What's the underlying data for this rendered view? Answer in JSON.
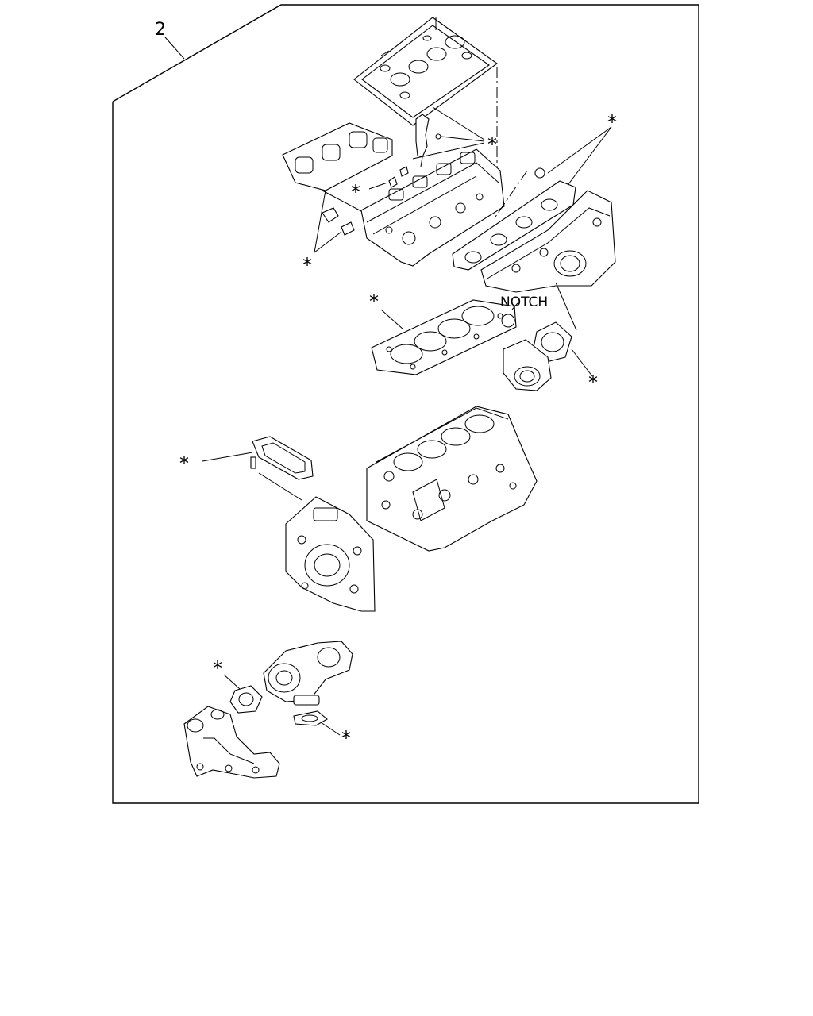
{
  "diagram": {
    "item_number": "2",
    "kit_marker": "*",
    "notch_label": "NOTCH",
    "colors": {
      "line": "#000000",
      "background": "#ffffff"
    },
    "parts": [
      "head-cover-gasket",
      "injector",
      "cylinder-head",
      "exhaust-manifold-gasket",
      "intake-manifold-gasket",
      "intake-manifold",
      "cylinder-head-gasket",
      "throttle-body-gasket",
      "throttle-body",
      "front-cover-gasket",
      "front-cover",
      "cylinder-block",
      "turbocharger-gasket",
      "turbocharger",
      "exhaust-pipe-gasket",
      "exhaust-manifold"
    ]
  }
}
